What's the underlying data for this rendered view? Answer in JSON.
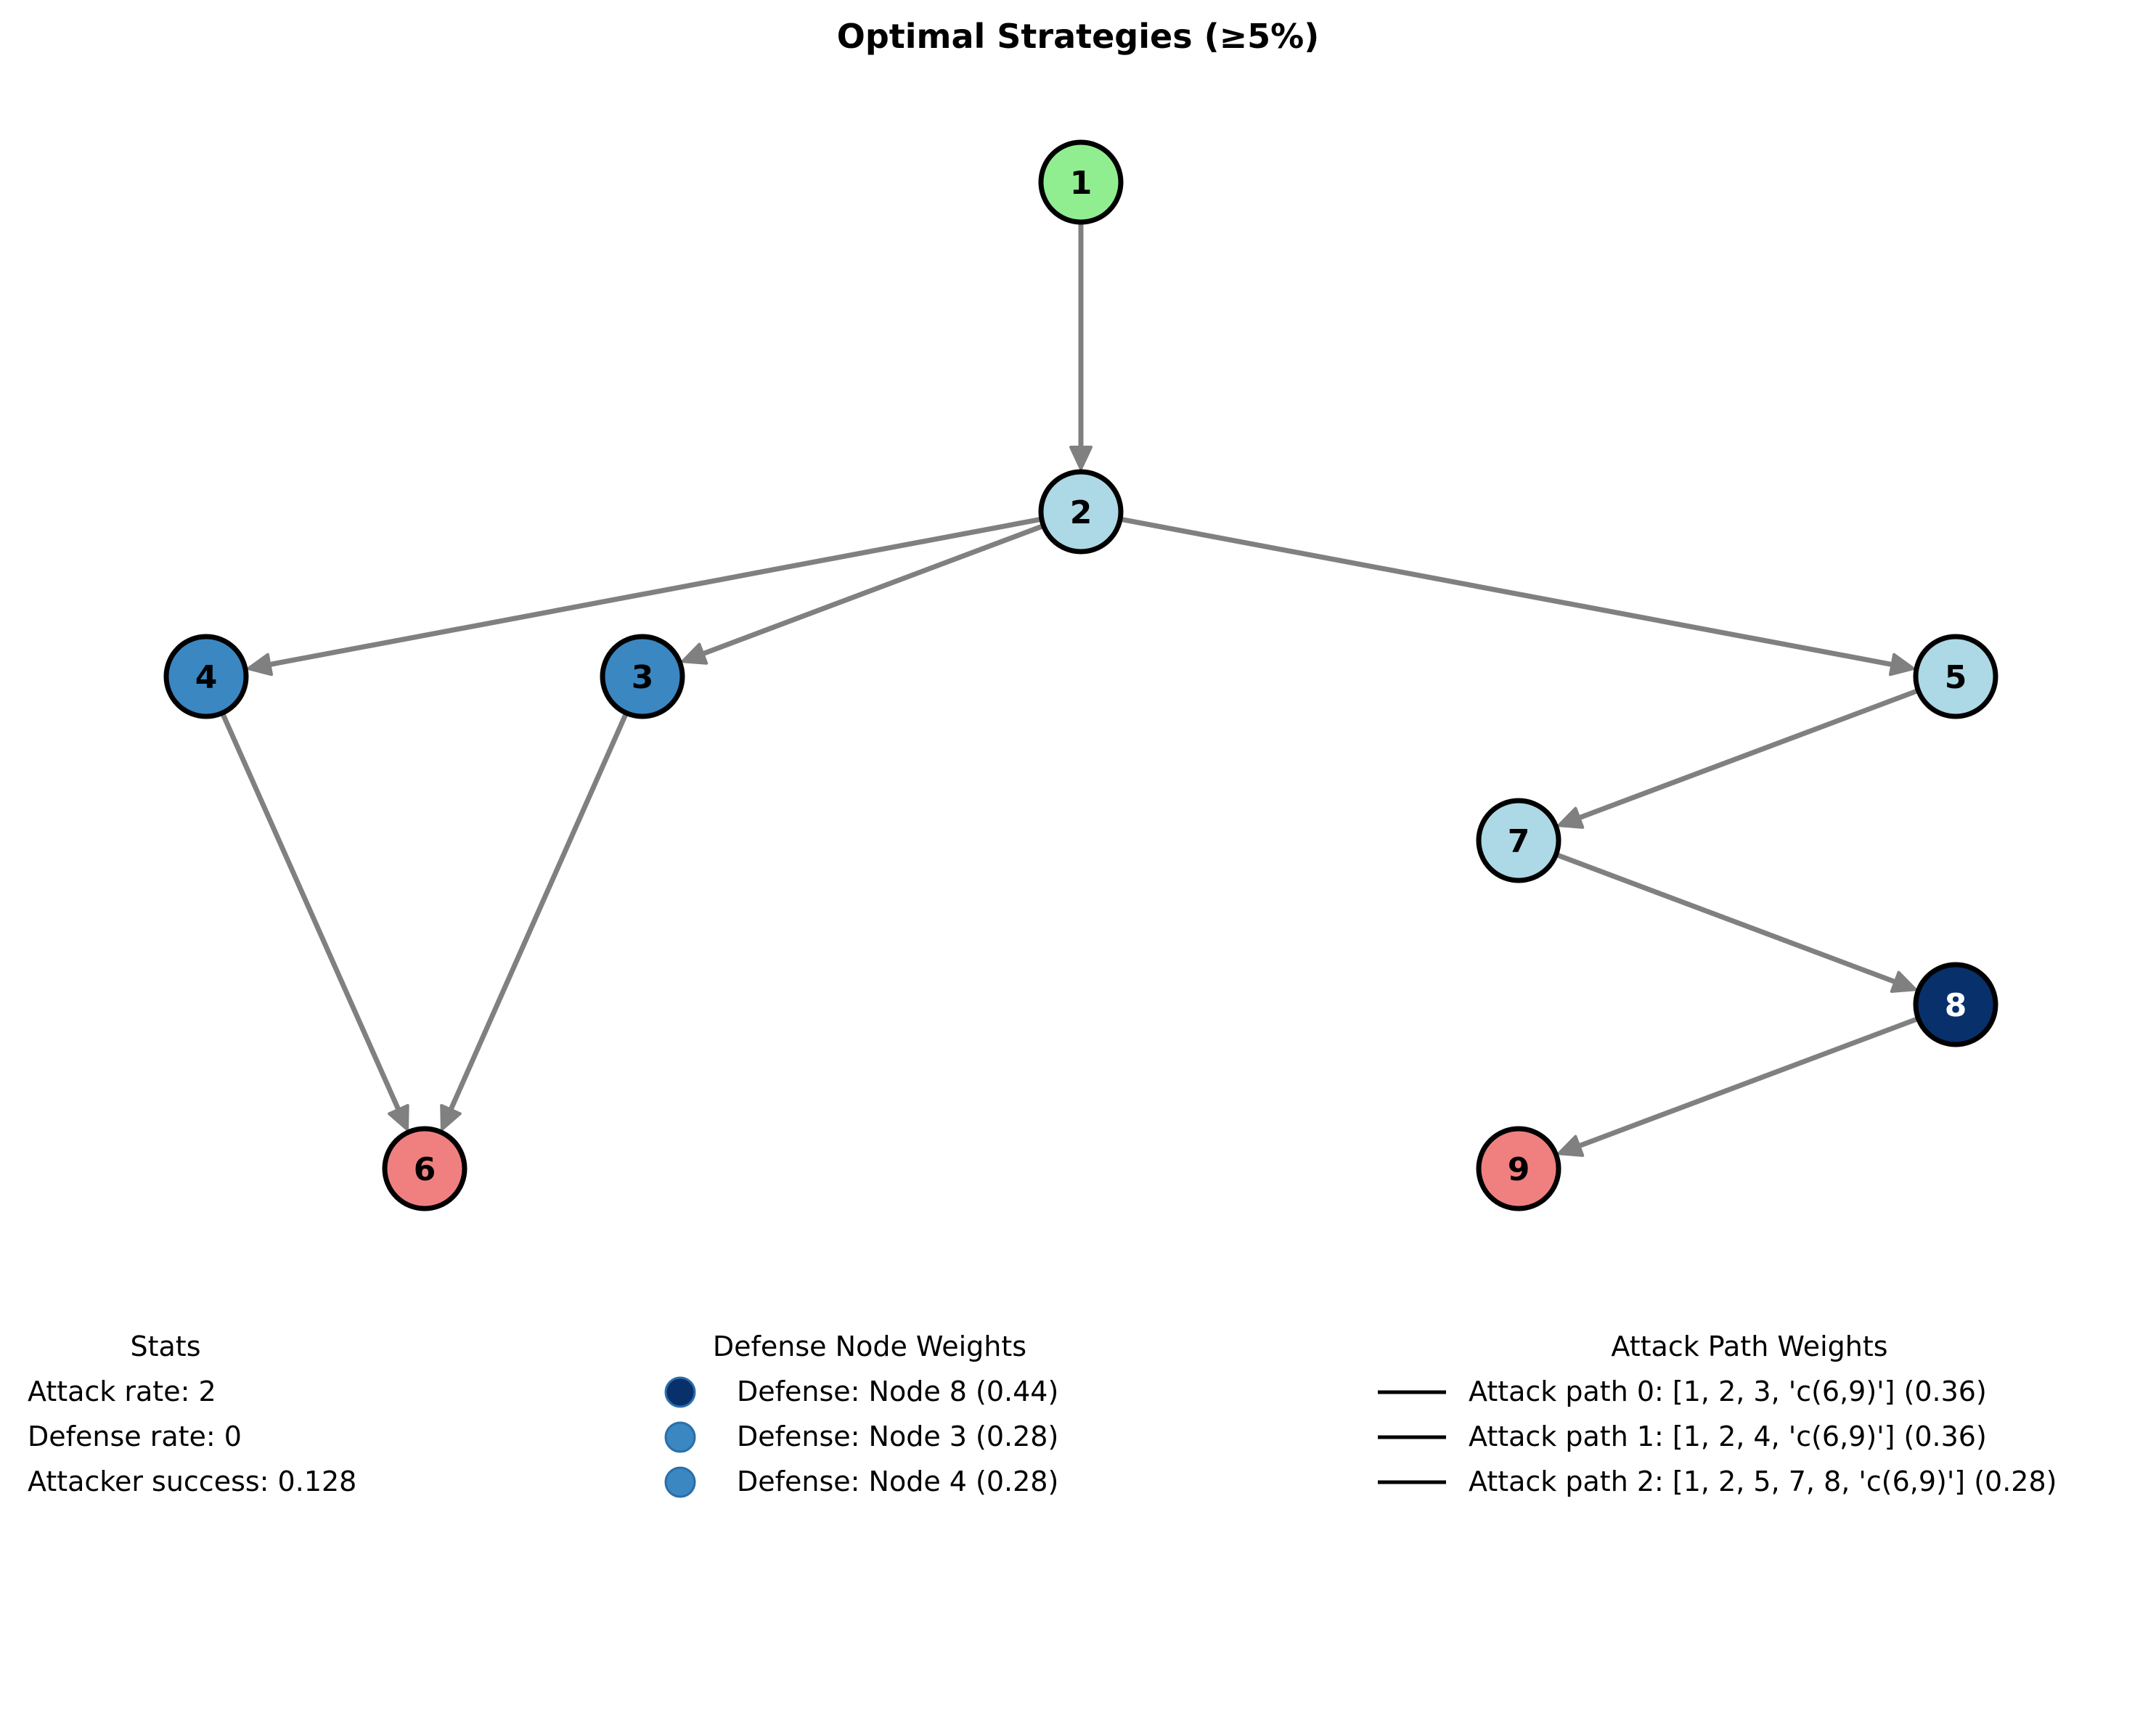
{
  "title": "Optimal Strategies (≥5%)",
  "graph": {
    "nodes": [
      {
        "id": "1",
        "label": "1",
        "role": "source",
        "color": "#90ee90",
        "text_color": "#000000"
      },
      {
        "id": "2",
        "label": "2",
        "role": "intermediate",
        "color": "#add8e6",
        "text_color": "#000000"
      },
      {
        "id": "3",
        "label": "3",
        "role": "defended",
        "color": "#3a87c2",
        "text_color": "#000000"
      },
      {
        "id": "4",
        "label": "4",
        "role": "defended",
        "color": "#3a87c2",
        "text_color": "#000000"
      },
      {
        "id": "5",
        "label": "5",
        "role": "intermediate",
        "color": "#add8e6",
        "text_color": "#000000"
      },
      {
        "id": "6",
        "label": "6",
        "role": "target",
        "color": "#f08080",
        "text_color": "#000000"
      },
      {
        "id": "7",
        "label": "7",
        "role": "intermediate",
        "color": "#add8e6",
        "text_color": "#000000"
      },
      {
        "id": "8",
        "label": "8",
        "role": "defended",
        "color": "#08306b",
        "text_color": "#ffffff"
      },
      {
        "id": "9",
        "label": "9",
        "role": "target",
        "color": "#f08080",
        "text_color": "#000000"
      }
    ],
    "edges": [
      {
        "from": "1",
        "to": "2"
      },
      {
        "from": "2",
        "to": "4"
      },
      {
        "from": "2",
        "to": "3"
      },
      {
        "from": "2",
        "to": "5"
      },
      {
        "from": "4",
        "to": "6"
      },
      {
        "from": "3",
        "to": "6"
      },
      {
        "from": "5",
        "to": "7"
      },
      {
        "from": "7",
        "to": "8"
      },
      {
        "from": "8",
        "to": "9"
      }
    ],
    "edge_color": "#808080"
  },
  "legends": {
    "stats": {
      "title": "Stats",
      "items": [
        "Attack rate: 2",
        "Defense rate: 0",
        "Attacker success: 0.128"
      ]
    },
    "defense": {
      "title": "Defense Node Weights",
      "items": [
        {
          "label": "Defense: Node 8 (0.44)",
          "color": "#08306b"
        },
        {
          "label": "Defense: Node 3 (0.28)",
          "color": "#3a87c2"
        },
        {
          "label": "Defense: Node 4 (0.28)",
          "color": "#3a87c2"
        }
      ]
    },
    "attack": {
      "title": "Attack Path Weights",
      "items": [
        "Attack path 0: [1, 2, 3, 'c(6,9)'] (0.36)",
        "Attack path 1: [1, 2, 4, 'c(6,9)'] (0.36)",
        "Attack path 2: [1, 2, 5, 7, 8, 'c(6,9)'] (0.28)"
      ]
    }
  }
}
